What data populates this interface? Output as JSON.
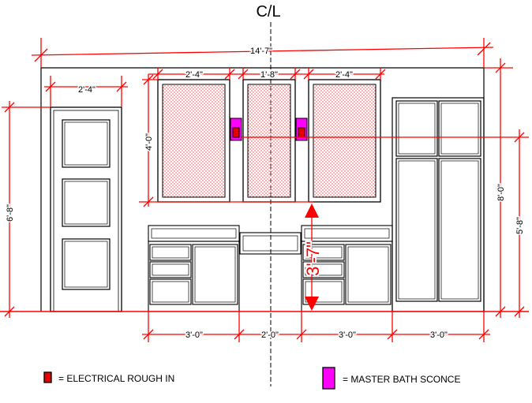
{
  "title": "C/L",
  "dimensions": {
    "overall_width": "14'-7\"",
    "door_width": "2'-4\"",
    "door_height": "6'-8\"",
    "mirror_left_width": "2'-4\"",
    "mirror_center_width": "1'-8\"",
    "mirror_right_width": "2'-4\"",
    "mirror_height": "4'-0\"",
    "wall_height": "8'-0\"",
    "sconce_height": "5'-8\"",
    "counter_to_mirror": "3'-7\"",
    "vanity_left_width": "3'-0\"",
    "vanity_center_width": "2'-0\"",
    "vanity_right_width": "3'-0\"",
    "tall_cabinet_width": "3'-0\""
  },
  "legend": [
    {
      "symbol": "electrical-rough-in",
      "label": "= ELECTRICAL ROUGH IN",
      "color": "#e60000"
    },
    {
      "symbol": "master-bath-sconce",
      "label": "= MASTER BATH SCONCE",
      "color": "#ff00ff"
    }
  ],
  "colors": {
    "dimension": "#ff0000",
    "linework": "#000000",
    "mirror_dots": "#e04040",
    "sconce": "#ff00ff",
    "rough_in": "#e60000"
  }
}
